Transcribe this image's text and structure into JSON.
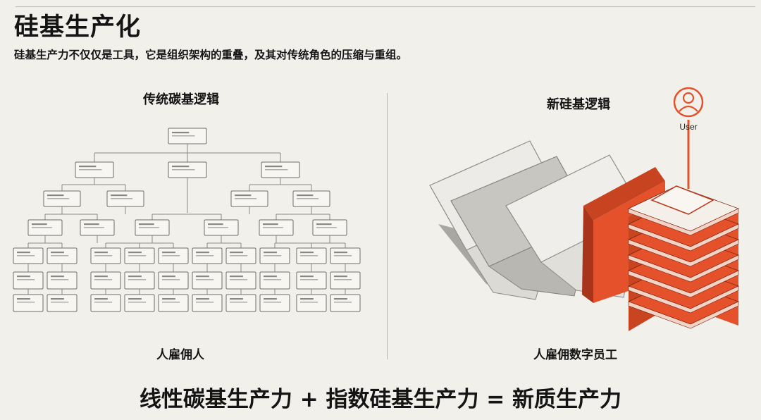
{
  "header": {
    "title": "硅基生产化",
    "subtitle": "硅基生产力不仅仅是工具，它是组织架构的重叠，及其对传统角色的压缩与重组。"
  },
  "left_section": {
    "heading": "传统碳基逻辑",
    "caption": "人雇佣人"
  },
  "right_section": {
    "heading": "新硅基逻辑",
    "caption": "人雇佣数字员工",
    "user_label": "User",
    "user_icon": "user-icon"
  },
  "formula": "线性碳基生产力 + 指数硅基生产力 = 新质生产力",
  "colors": {
    "accent": "#e4512a",
    "accent_dark": "#b9381a",
    "background": "#f2f0eb"
  }
}
